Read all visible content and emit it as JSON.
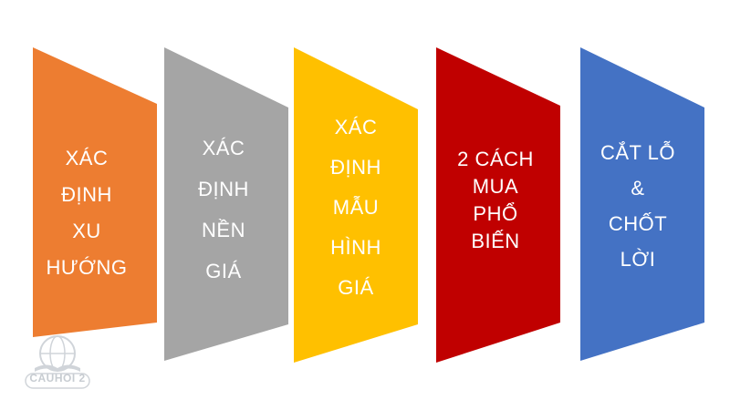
{
  "steps": [
    {
      "color": "#ED7D31",
      "lines": [
        "XÁC",
        "ĐỊNH",
        "XU",
        "HƯỚNG"
      ]
    },
    {
      "color": "#A5A5A5",
      "lines": [
        "XÁC",
        "ĐỊNH",
        "NỀN",
        "GIÁ"
      ]
    },
    {
      "color": "#FFC000",
      "lines": [
        "XÁC",
        "ĐỊNH",
        "MẪU",
        "HÌNH",
        "GIÁ"
      ]
    },
    {
      "color": "#C00000",
      "lines": [
        "2 CÁCH",
        "MUA",
        "PHỔ",
        "BIẾN"
      ]
    },
    {
      "color": "#4472C4",
      "lines": [
        "CẮT LỖ",
        "&",
        "CHỐT",
        "LỜI"
      ]
    }
  ],
  "watermark": {
    "text": "CAUHOI 2"
  }
}
